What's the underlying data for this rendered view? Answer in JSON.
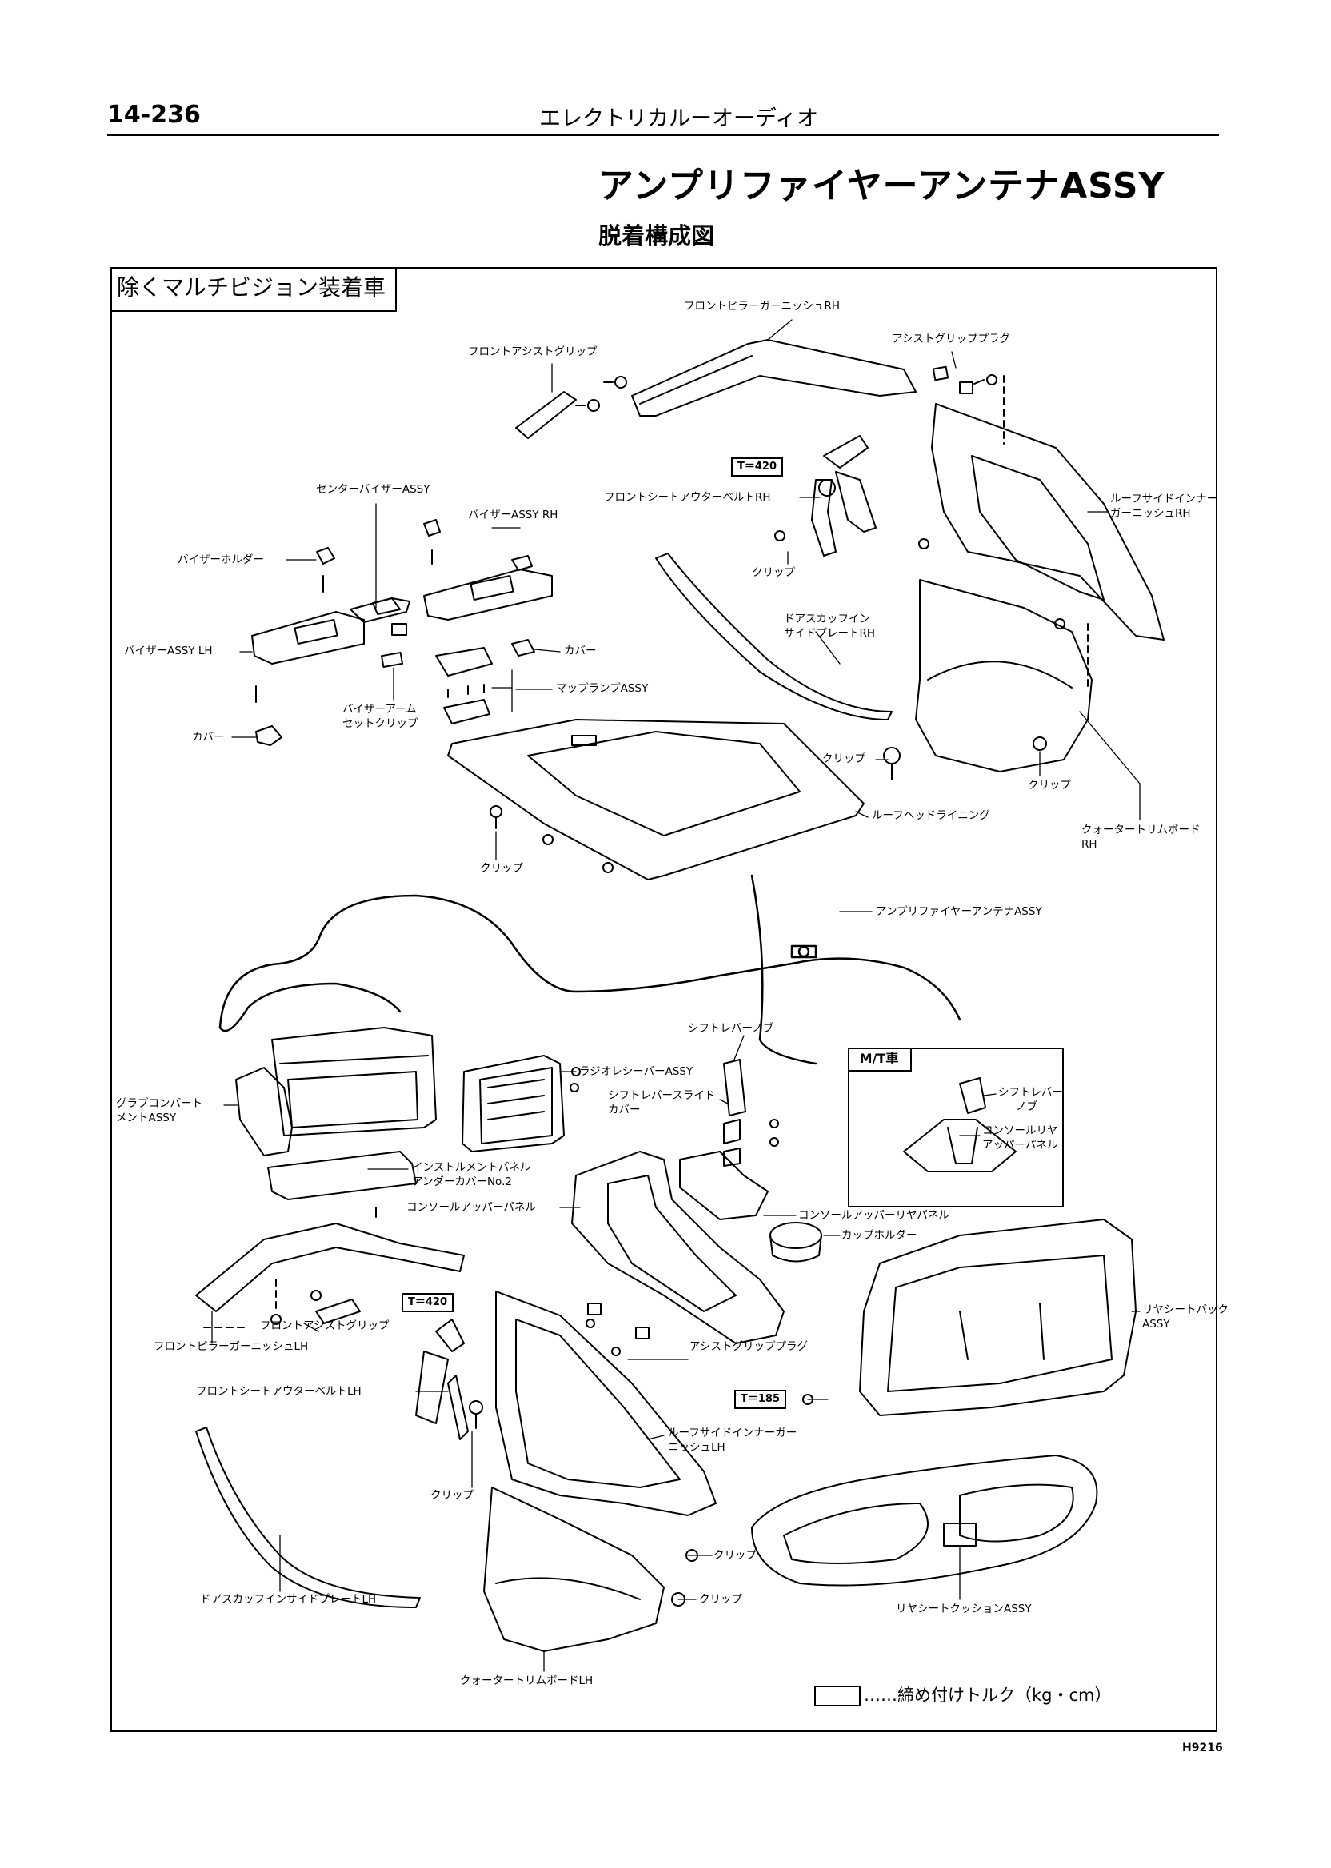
{
  "header": {
    "page_number": "14-236",
    "section_title": "エレクトリカルーオーディオ"
  },
  "title": "アンプリファイヤーアンテナASSY",
  "subtitle": "脱着構成図",
  "diagram": {
    "condition_label": "除くマルチビジョン装着車",
    "mt_box_title": "M/T車",
    "figure_id": "H9216",
    "legend_text": "……締め付けトルク（kg・cm）",
    "torque": {
      "t1": "T＝420",
      "t2": "T＝420",
      "t3": "T＝185"
    },
    "labels": {
      "front_pillar_rh": "フロントピラーガーニッシュRH",
      "assist_grip_plug_rh": "アシストグリッププラグ",
      "front_assist_grip_rh": "フロントアシストグリップ",
      "front_belt_rh": "フロントシートアウターベルトRH",
      "clip_1": "クリップ",
      "roofside_rh_1": "ルーフサイドインナー",
      "roofside_rh_2": "ガーニッシュRH",
      "center_visor": "センターバイザーASSY",
      "visor_rh": "バイザーASSY RH",
      "visor_holder": "バイザーホルダー",
      "visor_lh": "バイザーASSY LH",
      "cover_1": "カバー",
      "cover_2": "カバー",
      "door_scuff_rh_1": "ドアスカッフイン",
      "door_scuff_rh_2": "サイドプレートRH",
      "map_lamp": "マップランプASSY",
      "visor_arm_1": "バイザーアーム",
      "visor_arm_2": "セットクリップ",
      "clip_2": "クリップ",
      "clip_3": "クリップ",
      "roof_headlining": "ルーフヘッドライニング",
      "quarter_rh_1": "クォータートリムボード",
      "quarter_rh_2": "RH",
      "clip_4": "クリップ",
      "amp_antenna": "アンプリファイヤーアンテナASSY",
      "shift_knob": "シフトレバーノブ",
      "radio_receiver": "ラジオレシーバーASSY",
      "shift_slide_1": "シフトレバースライド",
      "shift_slide_2": "カバー",
      "glove_1": "グラブコンパート",
      "glove_2": "メントASSY",
      "mt_shift_knob_1": "シフトレバー",
      "mt_shift_knob_2": "ノブ",
      "mt_console_1": "コンソールリヤ",
      "mt_console_2": "アッパーパネル",
      "ip_under_1": "インストルメントパネル",
      "ip_under_2": "アンダーカバーNo.2",
      "console_upper": "コンソールアッパーパネル",
      "console_upper_rear": "コンソールアッパーリヤパネル",
      "cup_holder": "カップホルダー",
      "rear_seat_back_1": "リヤシートバック",
      "rear_seat_back_2": "ASSY",
      "front_assist_grip_lh": "フロントアシストグリップ",
      "front_pillar_lh": "フロントピラーガーニッシュLH",
      "assist_grip_plug_lh": "アシストグリッププラグ",
      "front_belt_lh": "フロントシートアウターベルトLH",
      "roofside_lh_1": "ルーフサイドインナーガー",
      "roofside_lh_2": "ニッシュLH",
      "clip_5": "クリップ",
      "clip_6": "クリップ",
      "clip_7": "クリップ",
      "door_scuff_lh": "ドアスカッフインサイドプレートLH",
      "rear_cushion": "リヤシートクッションASSY",
      "quarter_lh": "クォータートリムボードLH"
    }
  }
}
